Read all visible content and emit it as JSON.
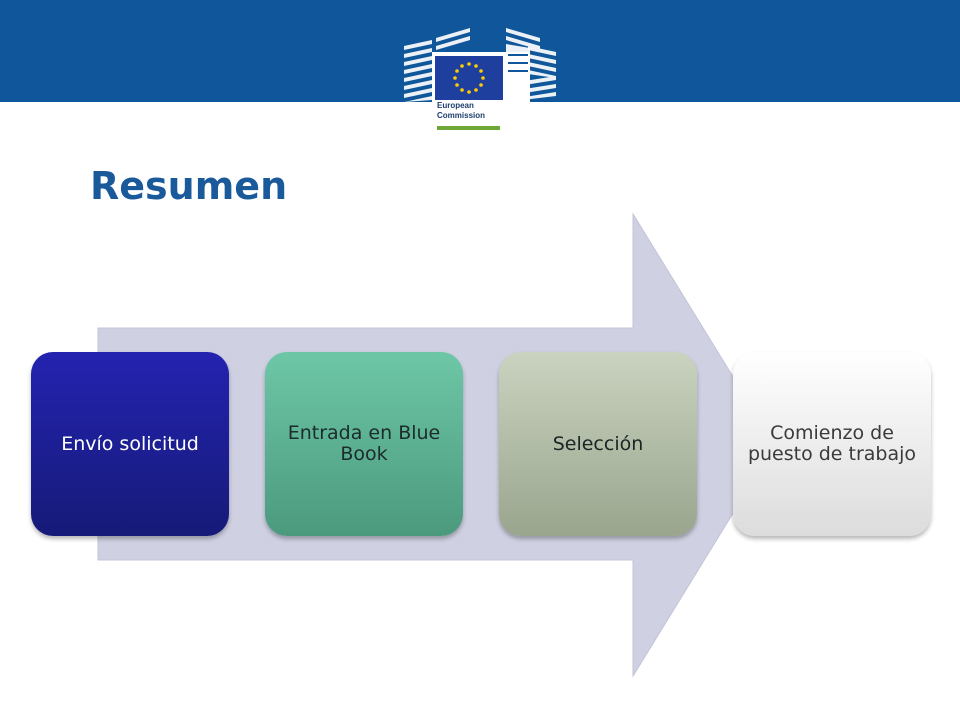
{
  "header": {
    "logo": {
      "line1": "European",
      "line2": "Commission",
      "flag_color": "#1f3f9e",
      "star_color": "#ffcc00"
    },
    "band_color": "#10569a"
  },
  "slide": {
    "title": "Resumen"
  },
  "process": {
    "arrow_color": "#cfd0e2",
    "steps": [
      {
        "label": "Envío solicitud"
      },
      {
        "label": "Entrada en Blue Book"
      },
      {
        "label": "Selección"
      },
      {
        "label": "Comienzo de puesto de trabajo"
      }
    ]
  }
}
